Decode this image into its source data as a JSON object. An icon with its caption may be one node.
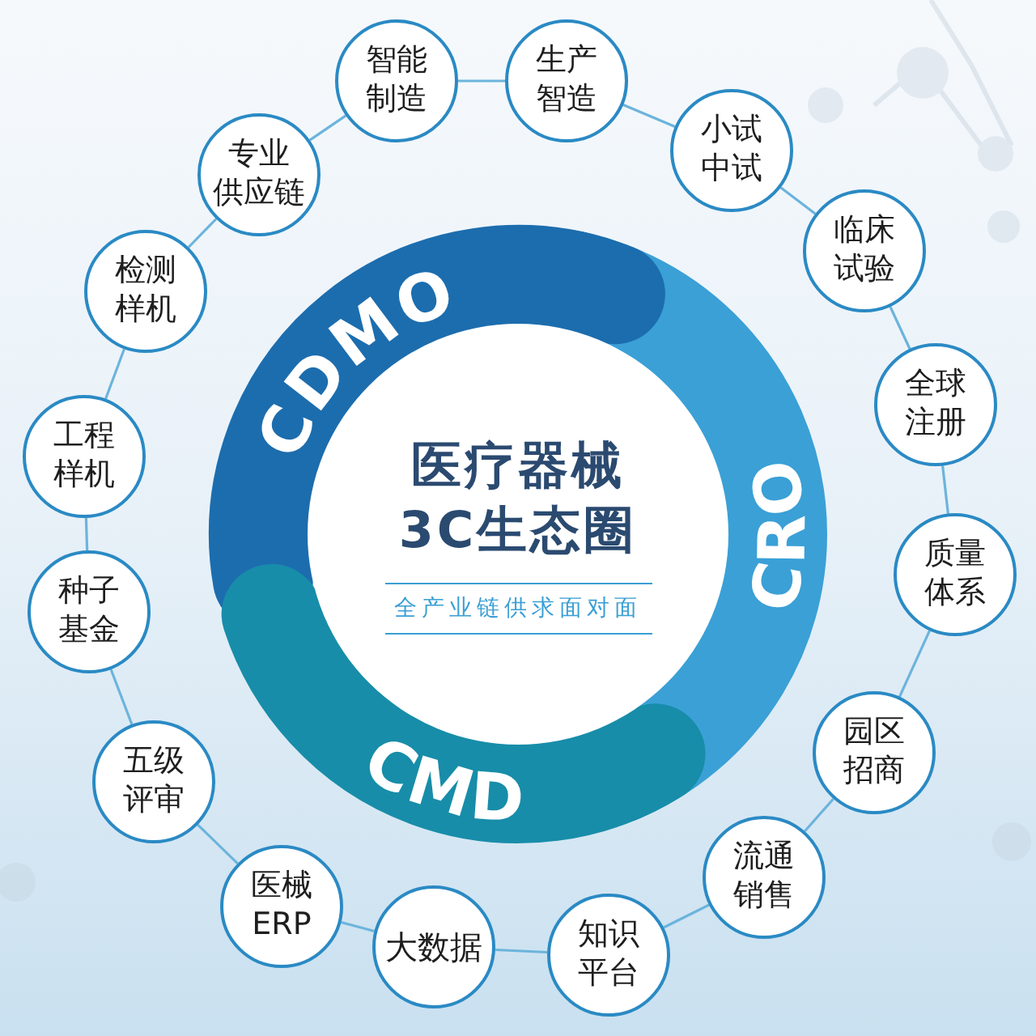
{
  "diagram": {
    "nodes": [
      {
        "text": [
          "CDMO"
        ]
      },
      {
        "text": [
          "CRO"
        ]
      },
      {
        "text": [
          "CMD"
        ]
      },
      {
        "text": [
          "医疗器械3C生态圈",
          "全产业链供求面对面"
        ]
      },
      {
        "text": [
          "智能制造"
        ]
      },
      {
        "text": [
          "生产智造"
        ]
      },
      {
        "text": [
          "小试中试"
        ]
      },
      {
        "text": [
          "临床试验"
        ]
      },
      {
        "text": [
          "全球注册"
        ]
      },
      {
        "text": [
          "质量体系"
        ]
      },
      {
        "text": [
          "园区招商"
        ]
      },
      {
        "text": [
          "流通销售"
        ]
      },
      {
        "text": [
          "知识平台"
        ]
      },
      {
        "text": [
          "大数据"
        ]
      },
      {
        "text": [
          "医械ERP"
        ]
      },
      {
        "text": [
          "五级评审"
        ]
      },
      {
        "text": [
          "种子基金"
        ]
      },
      {
        "text": [
          "工程样机"
        ]
      },
      {
        "text": [
          "检测样机"
        ]
      },
      {
        "text": [
          "专业供应链"
        ]
      }
    ],
    "edges": [
      {
        "from": 4,
        "to": 5,
        "arrow": "none"
      },
      {
        "from": 5,
        "to": 6,
        "arrow": "none"
      },
      {
        "from": 6,
        "to": 7,
        "arrow": "none"
      },
      {
        "from": 7,
        "to": 8,
        "arrow": "none"
      },
      {
        "from": 8,
        "to": 9,
        "arrow": "none"
      },
      {
        "from": 9,
        "to": 10,
        "arrow": "none"
      },
      {
        "from": 10,
        "to": 11,
        "arrow": "none"
      },
      {
        "from": 11,
        "to": 12,
        "arrow": "none"
      },
      {
        "from": 12,
        "to": 13,
        "arrow": "none"
      },
      {
        "from": 13,
        "to": 14,
        "arrow": "none"
      },
      {
        "from": 14,
        "to": 15,
        "arrow": "none"
      },
      {
        "from": 15,
        "to": 16,
        "arrow": "none"
      },
      {
        "from": 16,
        "to": 17,
        "arrow": "none"
      },
      {
        "from": 17,
        "to": 18,
        "arrow": "none"
      },
      {
        "from": 18,
        "to": 19,
        "arrow": "none"
      },
      {
        "from": 19,
        "to": 4,
        "arrow": "none"
      }
    ]
  }
}
